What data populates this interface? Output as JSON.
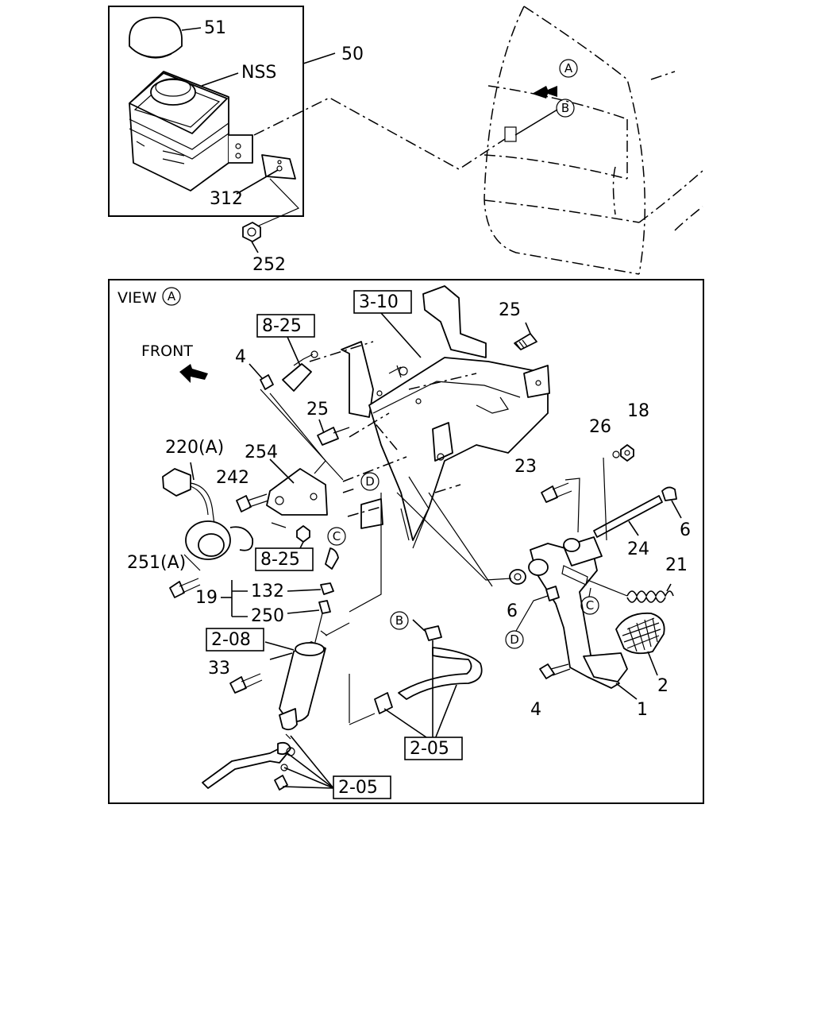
{
  "callouts": {
    "p51": "51",
    "p50": "50",
    "nss": "NSS",
    "p312": "312",
    "p252": "252",
    "view": "VIEW",
    "front": "FRONT",
    "r310": "3-10",
    "r825a": "8-25",
    "r825b": "8-25",
    "r208": "2-08",
    "r205a": "2-05",
    "r205b": "2-05",
    "p25a": "25",
    "p25b": "25",
    "p4a": "4",
    "p4b": "4",
    "p220": "220(A)",
    "p254": "254",
    "p242": "242",
    "p251": "251(A)",
    "p19": "19",
    "p132": "132",
    "p250": "250",
    "p33": "33",
    "p18": "18",
    "p26": "26",
    "p23": "23",
    "p6a": "6",
    "p6b": "6",
    "p24": "24",
    "p21": "21",
    "p2": "2",
    "p1": "1"
  },
  "markers": {
    "a1": "A",
    "a2": "A",
    "b1": "B",
    "b2": "B",
    "c1": "C",
    "c2": "C",
    "d1": "D",
    "d2": "D"
  }
}
